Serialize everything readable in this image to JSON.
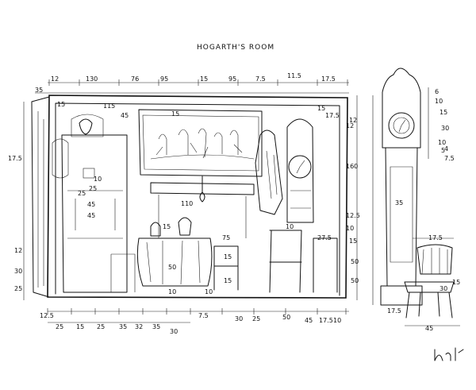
{
  "title": "HOGARTH'S ROOM",
  "signature_text": "Bn",
  "top_dims": [
    {
      "label": "12",
      "key": "t1"
    },
    {
      "label": "35",
      "key": "t2"
    },
    {
      "label": "130",
      "key": "t3"
    },
    {
      "label": "76",
      "key": "t4"
    },
    {
      "label": "95",
      "key": "t5"
    },
    {
      "label": "15",
      "key": "t6"
    },
    {
      "label": "95",
      "key": "t7"
    },
    {
      "label": "7.5",
      "key": "t8"
    },
    {
      "label": "11.5",
      "key": "t9"
    },
    {
      "label": "17.5",
      "key": "t10"
    },
    {
      "label": "15",
      "key": "t11"
    },
    {
      "label": "115",
      "key": "t12"
    },
    {
      "label": "45",
      "key": "t13"
    },
    {
      "label": "15",
      "key": "t14"
    },
    {
      "label": "15",
      "key": "t15"
    },
    {
      "label": "17.5",
      "key": "t16"
    },
    {
      "label": "12",
      "key": "t17"
    }
  ],
  "left_dims": [
    {
      "label": "17.5"
    },
    {
      "label": "12"
    },
    {
      "label": "30"
    },
    {
      "label": "25"
    }
  ],
  "inner_dims": [
    {
      "label": "25"
    },
    {
      "label": "10"
    },
    {
      "label": "25"
    },
    {
      "label": "45"
    },
    {
      "label": "110"
    },
    {
      "label": "15"
    },
    {
      "label": "75"
    },
    {
      "label": "50"
    },
    {
      "label": "10"
    },
    {
      "label": "10"
    },
    {
      "label": "15"
    },
    {
      "label": "15"
    },
    {
      "label": "10"
    },
    {
      "label": "27.5"
    },
    {
      "label": "160"
    },
    {
      "label": "12"
    },
    {
      "label": "12.5"
    },
    {
      "label": "10"
    },
    {
      "label": "15"
    },
    {
      "label": "50"
    },
    {
      "label": "50"
    },
    {
      "label": "45"
    }
  ],
  "bottom_dims_row1": [
    "12.5",
    "25",
    "15",
    "25",
    "35",
    "32",
    "35",
    "30"
  ],
  "bottom_dims_row2": [
    "7.5",
    "30",
    "25",
    "50",
    "45",
    "17.5",
    "10"
  ],
  "clock_dims": [
    "6",
    "10",
    "15",
    "30",
    "10",
    "5",
    "7.5",
    "4",
    "35",
    "17.5"
  ],
  "chair_dims": [
    "17.5",
    "30",
    "45",
    "15"
  ]
}
